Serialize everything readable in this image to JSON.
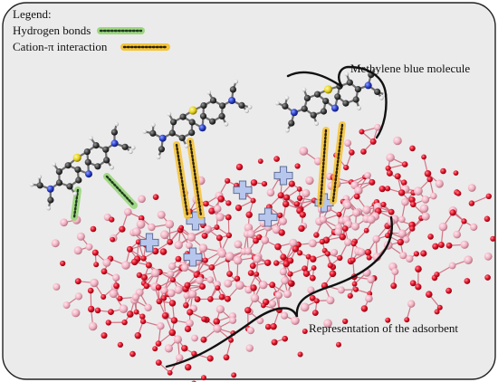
{
  "legend": {
    "title": "Legend:",
    "items": [
      {
        "label": "Hydrogen bonds",
        "dot_color": "#1f3a1f",
        "halo_color": "#8fd36e"
      },
      {
        "label": "Cation-π interaction",
        "dot_color": "#2b2100",
        "halo_color": "#f6c02a"
      }
    ]
  },
  "labels": {
    "molecule": "Methylene blue molecule",
    "adsorbent": "Representation of the adsorbent"
  },
  "colors": {
    "panel_bg": "#ebebeb",
    "panel_border": "#222222",
    "oxygen": "#e3132a",
    "metal": "#f2b3c4",
    "carbon": "#3a3a3a",
    "sulfur": "#e6d21c",
    "nitrogen": "#2a3ec9",
    "hydrogen": "#d8d8d8",
    "cation": "#b7c6ec"
  }
}
